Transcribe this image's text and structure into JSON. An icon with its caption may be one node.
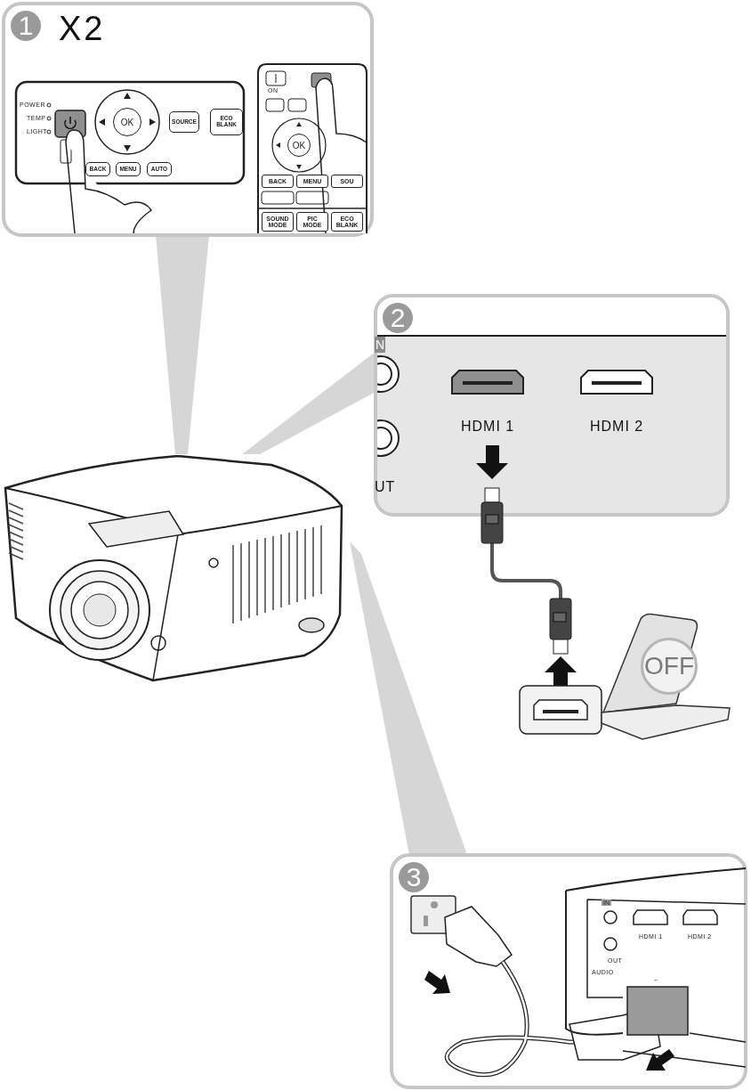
{
  "diagram": {
    "nodes": [
      {
        "text": [
          "1",
          "X2"
        ]
      },
      {
        "text": [
          "2"
        ]
      },
      {
        "text": [
          "3"
        ]
      },
      {
        "text": [],
        "shape": "picture"
      },
      {
        "text": [
          "OFF"
        ]
      },
      {
        "text": [],
        "shape": "beam"
      },
      {
        "text": [],
        "shape": "beam"
      },
      {
        "text": [],
        "shape": "beam"
      }
    ],
    "labels": [
      "POWER",
      "TEMP",
      "LIGHT",
      "OK",
      "SOURCE",
      "ECO BLANK",
      "BACK",
      "MENU",
      "AUTO",
      "ON",
      "OK",
      "BACK",
      "MENU",
      "SOU",
      "SOUND MODE",
      "PIC MODE",
      "ECO BLANK",
      "N",
      "HDMI 1",
      "HDMI 2",
      "UT",
      "IN",
      "OUT",
      "AUDIO",
      "HDMI 1",
      "HDMI 2",
      "~"
    ]
  }
}
